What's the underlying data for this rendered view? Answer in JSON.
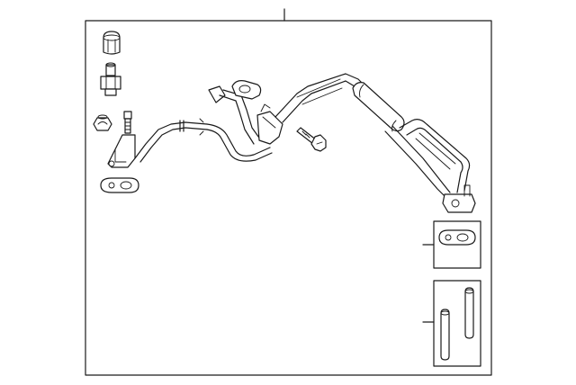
{
  "diagram": {
    "kind": "exploded parts illustration",
    "colors": {
      "line": "#1a1a1a",
      "background": "#ffffff"
    },
    "components": [
      "main-frame",
      "callout-leader-top",
      "cap-icon",
      "pressure-switch-icon",
      "nut-icon",
      "stud-bolt-icon",
      "bracket-icon",
      "gasket-left-icon",
      "hose-assembly-icon",
      "bolt-icon",
      "inset-gasket-box",
      "inset-gasket-icon",
      "inset-leader-gasket",
      "inset-pins-box",
      "pin-short-icon",
      "pin-long-icon",
      "inset-leader-pins"
    ]
  }
}
